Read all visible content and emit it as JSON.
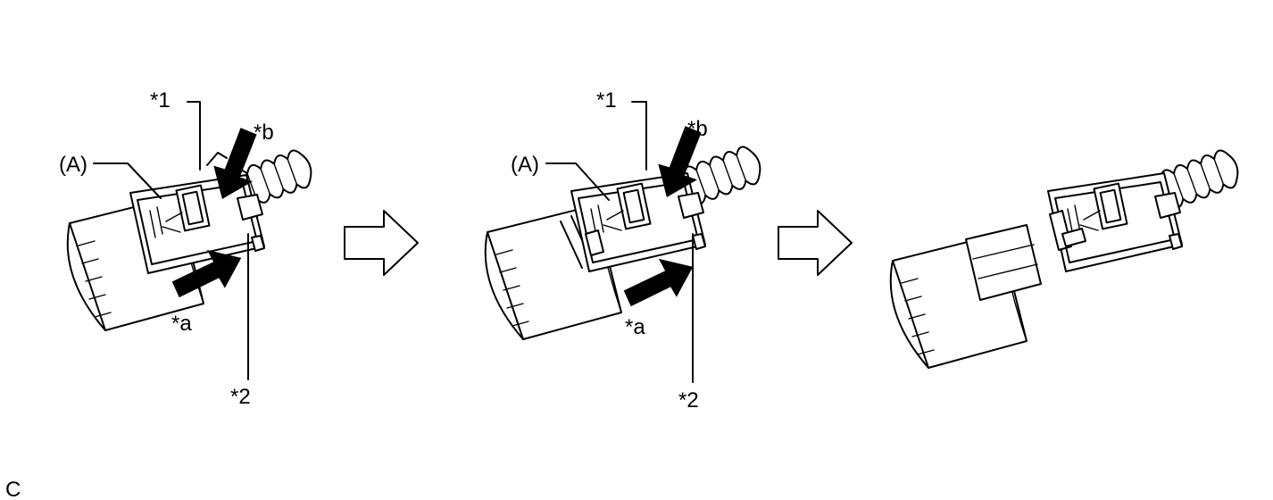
{
  "labels": {
    "part_1": "*1",
    "part_2": "*2",
    "arrow_a": "*a",
    "arrow_b": "*b",
    "part_A": "(A)"
  },
  "footer_code": "C",
  "steps": [
    {
      "id": "step-1",
      "stage": "connected, press lock"
    },
    {
      "id": "step-2",
      "stage": "lock pressed, pulling apart"
    },
    {
      "id": "step-3",
      "stage": "disconnected"
    }
  ]
}
